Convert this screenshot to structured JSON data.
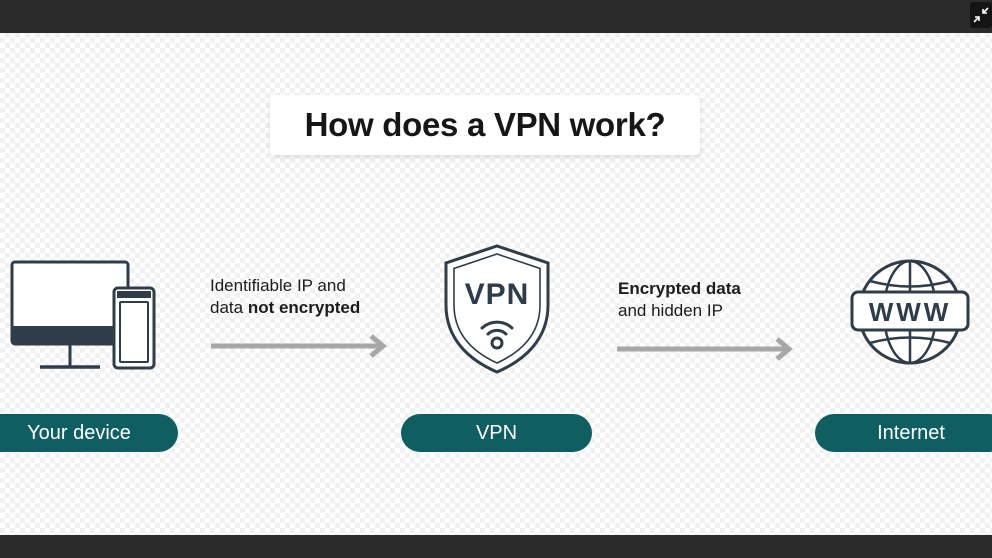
{
  "title": "How does a VPN work?",
  "step1": {
    "label": "Your device",
    "caption_line1": "Identifiable IP and",
    "caption_line2_prefix": "data ",
    "caption_line2_bold": "not encrypted"
  },
  "step2": {
    "label": "VPN",
    "shield_text": "VPN",
    "caption_line1_bold": "Encrypted data",
    "caption_line2": "and hidden IP"
  },
  "step3": {
    "label": "Internet",
    "globe_text": "WWW"
  },
  "icons": {
    "device": "desktop-and-phone-icon",
    "vpn": "shield-wifi-icon",
    "internet": "globe-www-icon",
    "arrow": "arrow-right-icon",
    "exit": "exit-fullscreen-icon"
  },
  "colors": {
    "pill": "#0f5e62",
    "icon_stroke": "#2f3d4a",
    "arrow": "#a7a7a7",
    "chrome": "#2b2b2b"
  }
}
